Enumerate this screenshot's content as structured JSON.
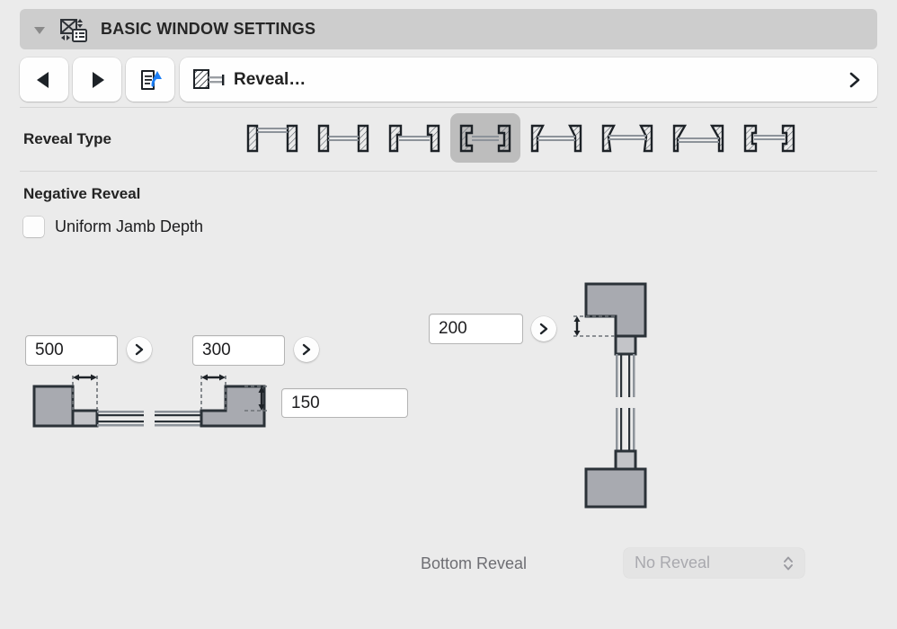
{
  "header": {
    "title": "BASIC WINDOW SETTINGS",
    "disclosure_icon": "triangle-down-icon",
    "settings_icon": "window-settings-icon"
  },
  "toolbar": {
    "back_label": "",
    "back_icon": "triangle-left-icon",
    "forward_label": "",
    "forward_icon": "triangle-right-icon",
    "export_icon": "document-upload-icon",
    "field_icon": "reveal-hatch-icon",
    "field_label": "Reveal…",
    "field_chevron": "chevron-right-icon"
  },
  "reveal_type": {
    "label": "Reveal Type",
    "selected_index": 3,
    "options": [
      {
        "name": "reveal-type-1",
        "variant": "flush-straight"
      },
      {
        "name": "reveal-type-2",
        "variant": "straight-inset"
      },
      {
        "name": "reveal-type-3",
        "variant": "notched-inset"
      },
      {
        "name": "reveal-type-4",
        "variant": "double-notched"
      },
      {
        "name": "reveal-type-5",
        "variant": "splayed-right"
      },
      {
        "name": "reveal-type-6",
        "variant": "splayed-both"
      },
      {
        "name": "reveal-type-7",
        "variant": "deep-splayed"
      },
      {
        "name": "reveal-type-8",
        "variant": "stepped"
      }
    ]
  },
  "negative_reveal": {
    "title": "Negative Reveal",
    "uniform_jamb_depth": {
      "label": "Uniform Jamb Depth",
      "checked": false
    }
  },
  "fields": {
    "left_jamb": {
      "value": "500",
      "stepper_icon": "chevron-right-icon"
    },
    "right_jamb": {
      "value": "300",
      "stepper_icon": "chevron-right-icon"
    },
    "reveal_depth": {
      "value": "150"
    },
    "head_reveal": {
      "value": "200",
      "stepper_icon": "chevron-right-icon"
    }
  },
  "bottom_reveal": {
    "label": "Bottom Reveal",
    "value": "No Reveal",
    "enabled": false,
    "icon": "updown-chevrons-icon"
  },
  "colors": {
    "background": "#ebebeb",
    "header_bar": "#cdcdcd",
    "selected_highlight": "#bdbdbd",
    "wall_fill": "#a8aab0",
    "outline": "#2b3238",
    "accent_blue": "#1b7ef5",
    "disabled_text": "#a9a9ae"
  }
}
